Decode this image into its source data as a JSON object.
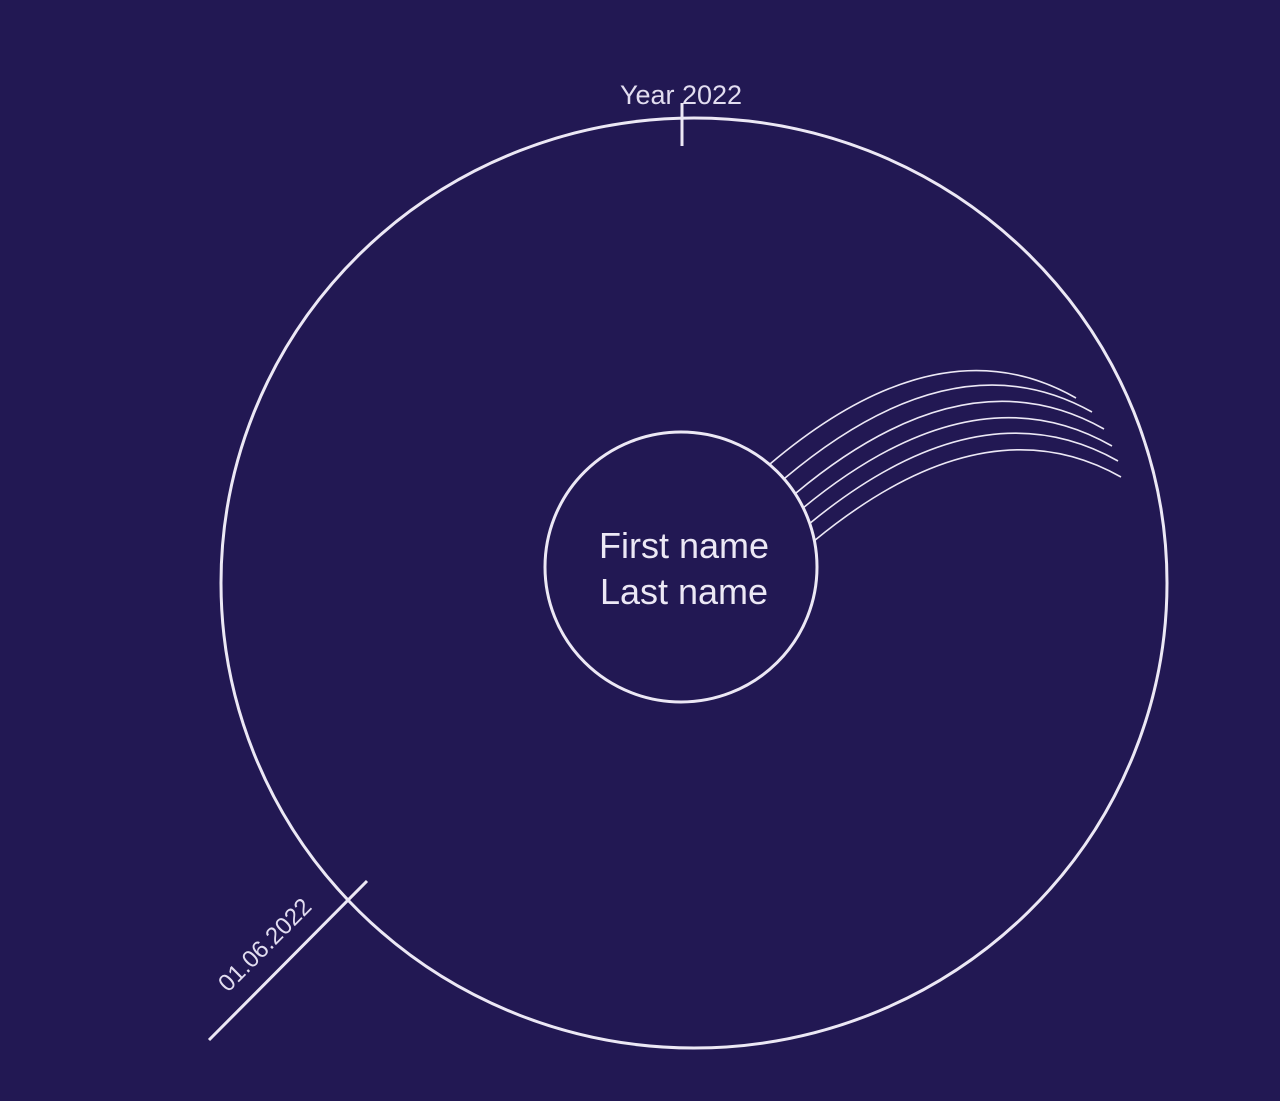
{
  "colors": {
    "background": "#221853",
    "line": "#ECE8F5",
    "label": "#E2DDF0"
  },
  "year_label": "Year 2022",
  "date_label": "01.06.2022",
  "person": {
    "first_name": "First name",
    "last_name": "Last name"
  }
}
